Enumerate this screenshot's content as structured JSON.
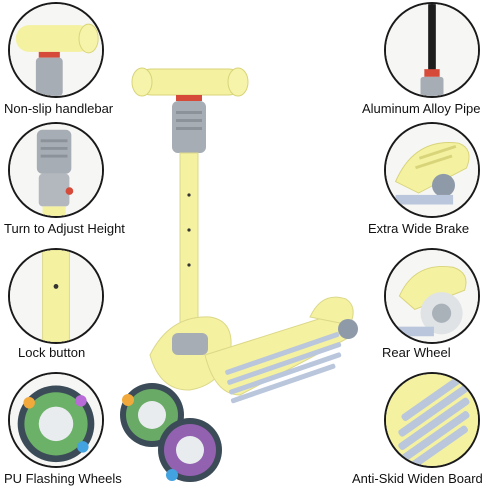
{
  "features": {
    "handlebar": "Non-slip handlebar",
    "pipe": "Aluminum Alloy Pipe",
    "height": "Turn to Adjust Height",
    "brake": "Extra Wide Brake",
    "lock": "Lock button",
    "rear_wheel": "Rear Wheel",
    "wheels": "PU Flashing Wheels",
    "deck": "Anti-Skid Widen Board"
  },
  "colors": {
    "body_yellow": "#f4f1a0",
    "stem_grey": "#a7adb4",
    "deck_blue": "#b9c6dc",
    "outline": "#1a1a1a"
  }
}
